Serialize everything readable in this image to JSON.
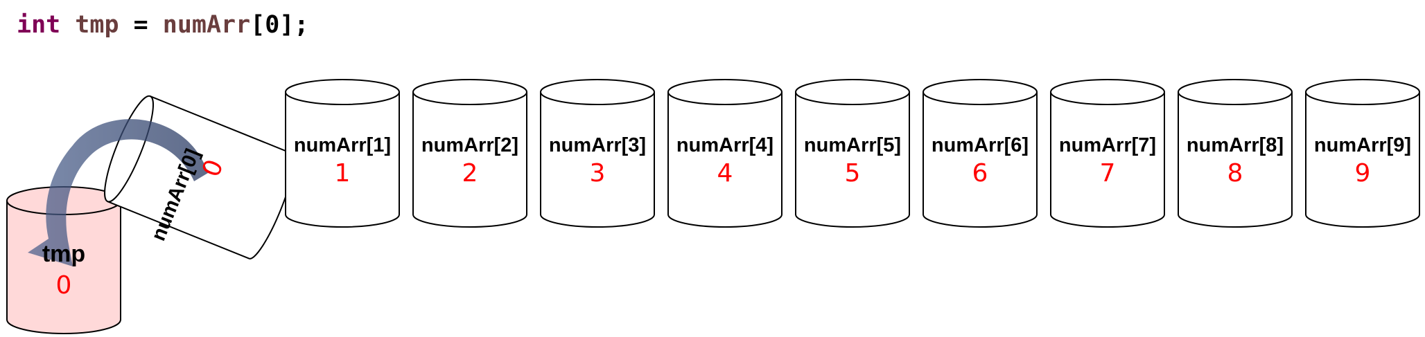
{
  "code": {
    "type_kw": "int",
    "var_name": "tmp",
    "operator": "=",
    "array_name": "numArr",
    "index_expr": "[0];"
  },
  "colors": {
    "keyword": "#7f0055",
    "variable": "#6a3e3e",
    "value": "#ff0000",
    "tmp_fill": "#ffd9d9",
    "arrow": "#4a5f8c"
  },
  "tmp": {
    "label": "tmp",
    "value": "0"
  },
  "tipped": {
    "label": "numArr[0]",
    "value": "0"
  },
  "cells": [
    {
      "label": "numArr[1]",
      "value": "1"
    },
    {
      "label": "numArr[2]",
      "value": "2"
    },
    {
      "label": "numArr[3]",
      "value": "3"
    },
    {
      "label": "numArr[4]",
      "value": "4"
    },
    {
      "label": "numArr[5]",
      "value": "5"
    },
    {
      "label": "numArr[6]",
      "value": "6"
    },
    {
      "label": "numArr[7]",
      "value": "7"
    },
    {
      "label": "numArr[8]",
      "value": "8"
    },
    {
      "label": "numArr[9]",
      "value": "9"
    }
  ]
}
